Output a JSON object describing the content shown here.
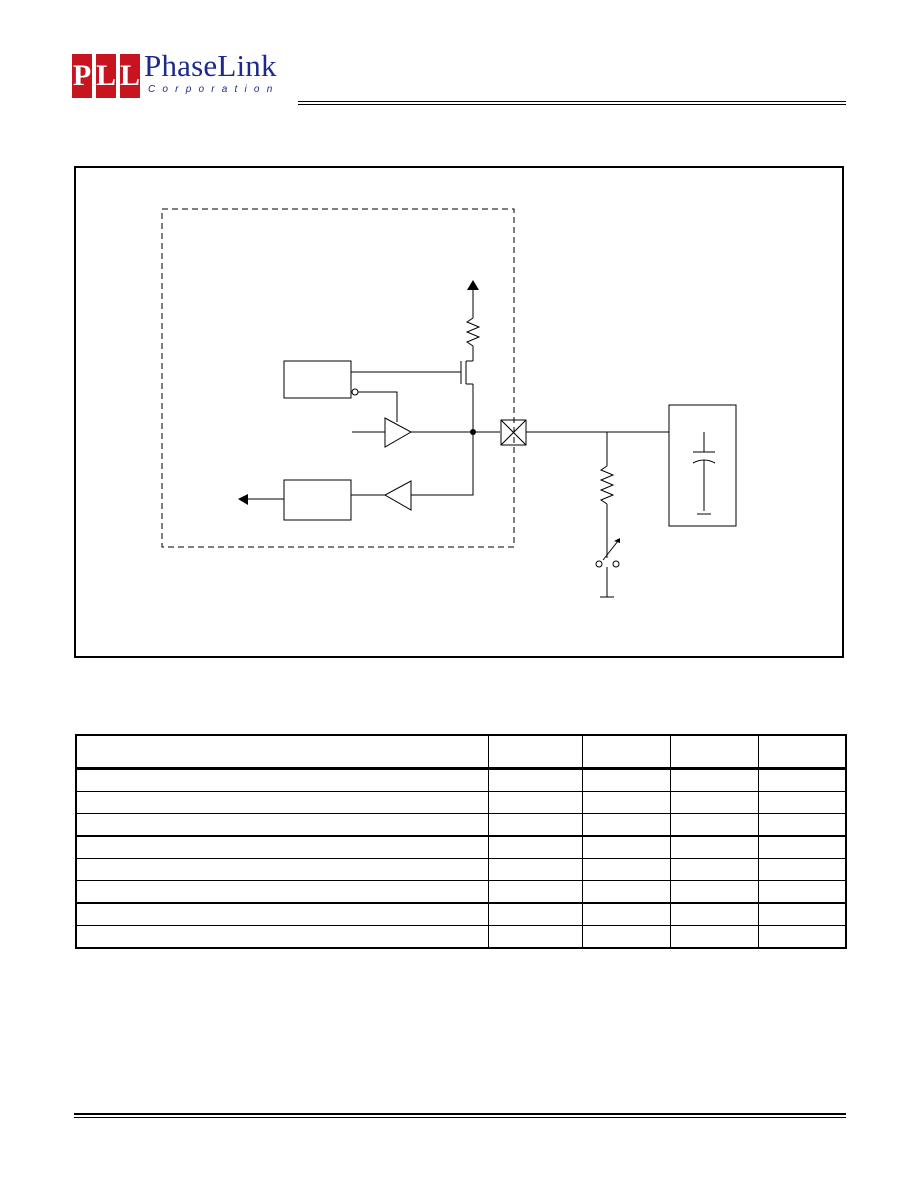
{
  "header": {
    "logo_letters": [
      "P",
      "L",
      "L"
    ],
    "company_name": "PhaseLink",
    "company_sub": "Corporation"
  },
  "colors": {
    "logo_red": "#c8141e",
    "logo_blue": "#1d2a8c"
  },
  "table": {
    "columns": [
      "",
      "",
      "",
      "",
      ""
    ],
    "rows": [
      [
        "",
        "",
        "",
        "",
        ""
      ],
      [
        "",
        "",
        "",
        "",
        ""
      ],
      [
        "",
        "",
        "",
        "",
        ""
      ],
      [
        "",
        "",
        "",
        "",
        ""
      ],
      [
        "",
        "",
        "",
        "",
        ""
      ],
      [
        "",
        "",
        "",
        "",
        ""
      ],
      [
        "",
        "",
        "",
        "",
        ""
      ],
      [
        "",
        "",
        "",
        "",
        ""
      ]
    ]
  }
}
